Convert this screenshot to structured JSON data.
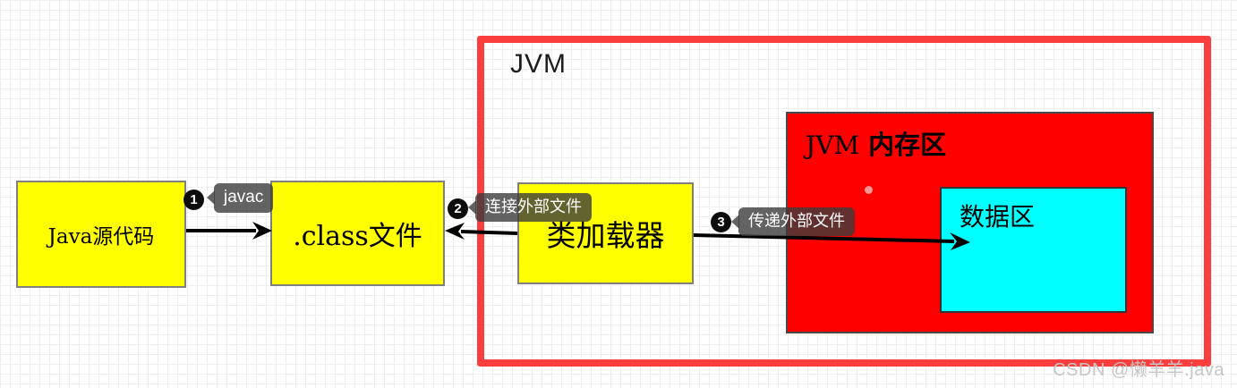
{
  "diagram": {
    "nodes": {
      "source": {
        "label": "Java源代码"
      },
      "class_file": {
        "label": ".class文件"
      },
      "class_loader": {
        "label": "类加载器"
      },
      "data_area": {
        "label": "数据区"
      }
    },
    "jvm": {
      "title": "JVM"
    },
    "memory": {
      "title_en": "JVM",
      "title_zh": "内存区"
    },
    "steps": [
      {
        "num": "1",
        "label": "javac"
      },
      {
        "num": "2",
        "label": "连接外部文件"
      },
      {
        "num": "3",
        "label": "传递外部文件"
      }
    ],
    "watermark": "CSDN @懒羊羊.java",
    "colors": {
      "jvm_frame_red": "#fa3d3d",
      "memory_red": "#fe0000",
      "node_yellow": "#ffff00",
      "data_cyan": "#00ffff",
      "tooltip_gray": "#3c3c3c",
      "arrow_black": "#000000",
      "grid_line": "#efefef"
    }
  }
}
